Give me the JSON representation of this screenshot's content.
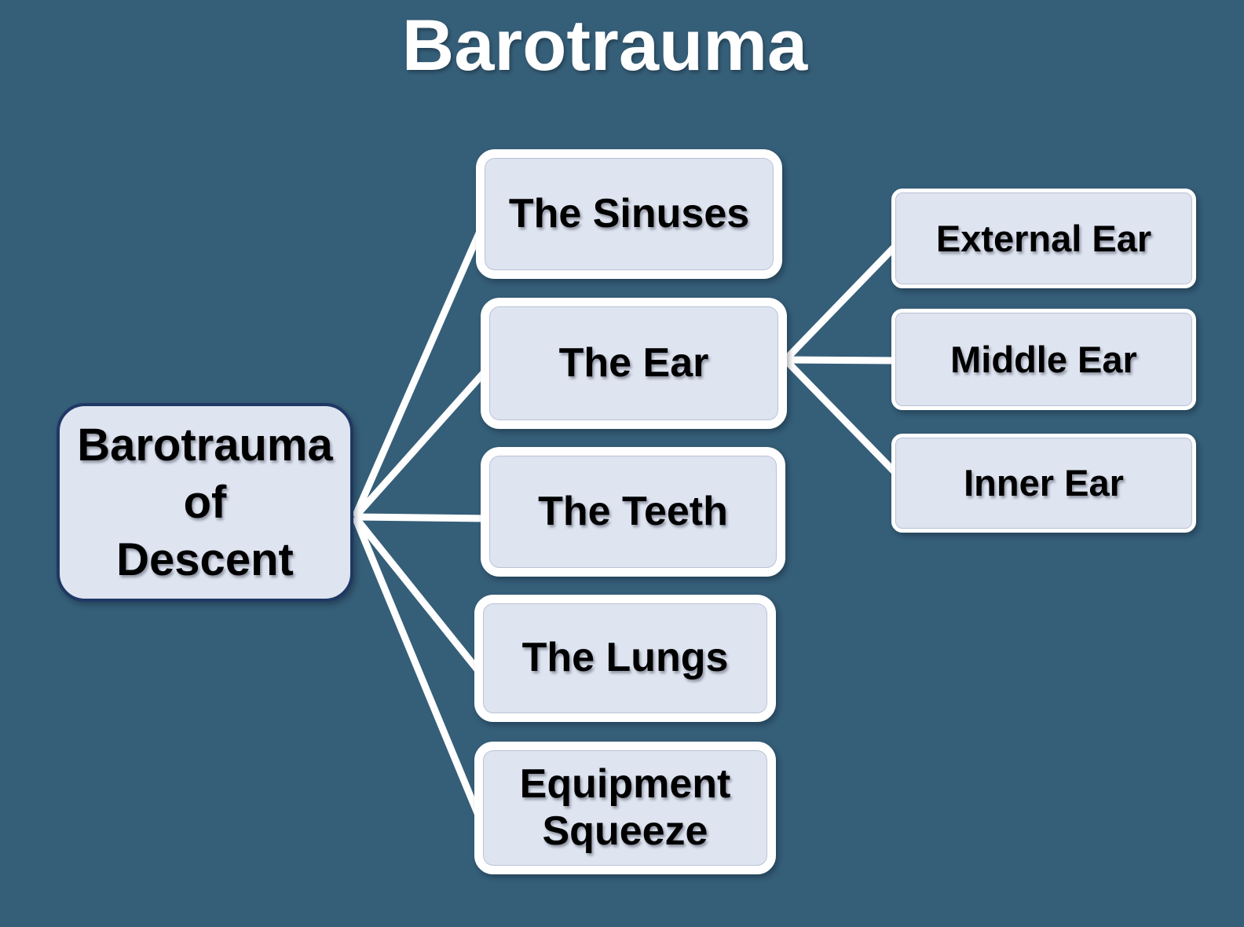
{
  "title": "Barotrauma",
  "colors": {
    "background": "#355E78",
    "node_fill": "#DEE4F0",
    "node_text": "#000000",
    "root_border": "#1F3864",
    "child_border": "#FFFFFF",
    "connector": "#FFFFFF",
    "title_text": "#FFFFFF"
  },
  "diagram": {
    "root": {
      "label": "Barotrauma\nof\nDescent"
    },
    "level1": [
      {
        "id": "sinuses",
        "label": "The Sinuses",
        "parent": "root"
      },
      {
        "id": "ear",
        "label": "The Ear",
        "parent": "root"
      },
      {
        "id": "teeth",
        "label": "The Teeth",
        "parent": "root"
      },
      {
        "id": "lungs",
        "label": "The Lungs",
        "parent": "root"
      },
      {
        "id": "equipment",
        "label": "Equipment\nSqueeze",
        "parent": "root"
      }
    ],
    "level2": [
      {
        "id": "external-ear",
        "label": "External Ear",
        "parent": "ear"
      },
      {
        "id": "middle-ear",
        "label": "Middle Ear",
        "parent": "ear"
      },
      {
        "id": "inner-ear",
        "label": "Inner Ear",
        "parent": "ear"
      }
    ]
  }
}
